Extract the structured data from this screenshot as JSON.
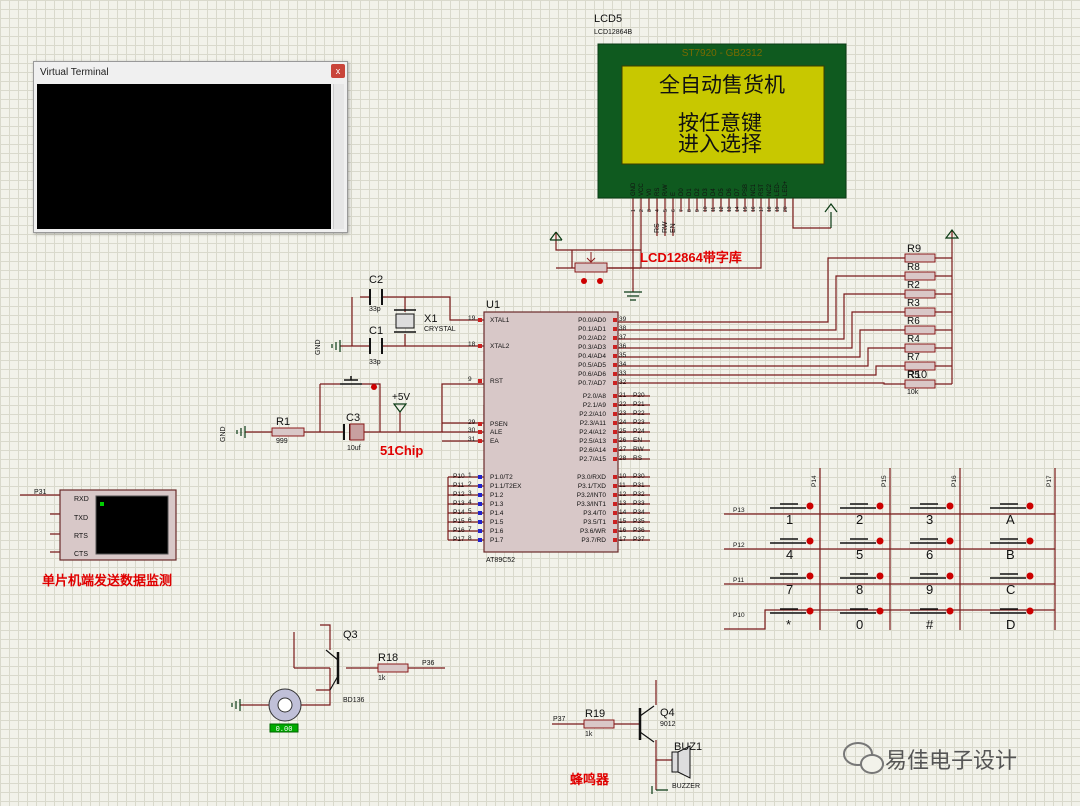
{
  "virtual_terminal": {
    "title": "Virtual Terminal",
    "close": "x"
  },
  "lcd": {
    "ref": "LCD5",
    "part": "LCD12864B",
    "controller": "ST7920 - GB2312",
    "line1": "全自动售货机",
    "line2": "按任意键",
    "line3": "进入选择",
    "pins": [
      "GND",
      "VCC",
      "V0",
      "RS",
      "R/W",
      "E",
      "D0",
      "D1",
      "D2",
      "D3",
      "D4",
      "D5",
      "D6",
      "D7",
      "PSB",
      "NC1",
      "RST",
      "NC2",
      "LED-",
      "LED+"
    ],
    "pin_numbers": [
      "1",
      "2",
      "3",
      "4",
      "5",
      "6",
      "7",
      "8",
      "9",
      "10",
      "11",
      "12",
      "13",
      "14",
      "15",
      "16",
      "17",
      "18",
      "19",
      "20"
    ],
    "net_labels": [
      "RS",
      "RW",
      "EN"
    ],
    "caption": "LCD12864带字库"
  },
  "mcu": {
    "ref": "U1",
    "part": "AT89C52",
    "caption": "51Chip",
    "left_pins": [
      {
        "num": "19",
        "name": "XTAL1"
      },
      {
        "num": "18",
        "name": "XTAL2"
      },
      {
        "num": "9",
        "name": "RST"
      },
      {
        "num": "29",
        "name": "PSEN"
      },
      {
        "num": "30",
        "name": "ALE"
      },
      {
        "num": "31",
        "name": "EA"
      },
      {
        "num": "1",
        "name": "P1.0/T2"
      },
      {
        "num": "2",
        "name": "P1.1/T2EX"
      },
      {
        "num": "3",
        "name": "P1.2"
      },
      {
        "num": "4",
        "name": "P1.3"
      },
      {
        "num": "5",
        "name": "P1.4"
      },
      {
        "num": "6",
        "name": "P1.5"
      },
      {
        "num": "7",
        "name": "P1.6"
      },
      {
        "num": "8",
        "name": "P1.7"
      }
    ],
    "p1_nets": [
      "P10",
      "P11",
      "P12",
      "P13",
      "P14",
      "P15",
      "P16",
      "P17"
    ],
    "p0_pins": [
      {
        "num": "39",
        "name": "P0.0/AD0"
      },
      {
        "num": "38",
        "name": "P0.1/AD1"
      },
      {
        "num": "37",
        "name": "P0.2/AD2"
      },
      {
        "num": "36",
        "name": "P0.3/AD3"
      },
      {
        "num": "35",
        "name": "P0.4/AD4"
      },
      {
        "num": "34",
        "name": "P0.5/AD5"
      },
      {
        "num": "33",
        "name": "P0.6/AD6"
      },
      {
        "num": "32",
        "name": "P0.7/AD7"
      }
    ],
    "p2_pins": [
      {
        "num": "21",
        "name": "P2.0/A8",
        "net": "P20"
      },
      {
        "num": "22",
        "name": "P2.1/A9",
        "net": "P21"
      },
      {
        "num": "23",
        "name": "P2.2/A10",
        "net": "P22"
      },
      {
        "num": "24",
        "name": "P2.3/A11",
        "net": "P23"
      },
      {
        "num": "25",
        "name": "P2.4/A12",
        "net": "P24"
      },
      {
        "num": "26",
        "name": "P2.5/A13",
        "net": "EN"
      },
      {
        "num": "27",
        "name": "P2.6/A14",
        "net": "RW"
      },
      {
        "num": "28",
        "name": "P2.7/A15",
        "net": "RS"
      }
    ],
    "p3_pins": [
      {
        "num": "10",
        "name": "P3.0/RXD",
        "net": "P30"
      },
      {
        "num": "11",
        "name": "P3.1/TXD",
        "net": "P31"
      },
      {
        "num": "12",
        "name": "P3.2/INT0",
        "net": "P32"
      },
      {
        "num": "13",
        "name": "P3.3/INT1",
        "net": "P33"
      },
      {
        "num": "14",
        "name": "P3.4/T0",
        "net": "P34"
      },
      {
        "num": "15",
        "name": "P3.5/T1",
        "net": "P35"
      },
      {
        "num": "16",
        "name": "P3.6/WR",
        "net": "P36"
      },
      {
        "num": "17",
        "name": "P3.7/RD",
        "net": "P37"
      }
    ]
  },
  "parts": {
    "c2": {
      "ref": "C2",
      "val": "33p"
    },
    "c1": {
      "ref": "C1",
      "val": "33p"
    },
    "x1": {
      "ref": "X1",
      "val": "CRYSTAL"
    },
    "c3": {
      "ref": "C3",
      "val": "10uf"
    },
    "r1": {
      "ref": "R1",
      "val": "999"
    },
    "vcc": "+5V",
    "gnd": "GND",
    "rpack_top": "R9",
    "rpack_bottom": "R10",
    "rpack_val": "10k",
    "rpack_mid": [
      "R8",
      "R2",
      "R3",
      "R6",
      "R4",
      "R7",
      "R5"
    ]
  },
  "terminal": {
    "net": "P31",
    "pins": [
      "RXD",
      "TXD",
      "RTS",
      "CTS"
    ],
    "caption": "单片机端发送数据监测"
  },
  "keypad": {
    "rows": [
      {
        "net": "P13",
        "keys": [
          "1",
          "2",
          "3",
          "A"
        ]
      },
      {
        "net": "P12",
        "keys": [
          "4",
          "5",
          "6",
          "B"
        ]
      },
      {
        "net": "P11",
        "keys": [
          "7",
          "8",
          "9",
          "C"
        ]
      },
      {
        "net": "P10",
        "keys": [
          "*",
          "0",
          "#",
          "D"
        ]
      }
    ],
    "col_nets": [
      "P14",
      "P15",
      "P16",
      "P17"
    ]
  },
  "motor": {
    "q_ref": "Q3",
    "q_part": "BD136",
    "r_ref": "R18",
    "r_val": "1k",
    "net": "P36",
    "readout": "0.00"
  },
  "buzzer": {
    "q_ref": "Q4",
    "q_part": "9012",
    "r_ref": "R19",
    "r_val": "1k",
    "net": "P37",
    "ref": "BUZ1",
    "part": "BUZZER",
    "caption": "蜂鸣器"
  },
  "watermark": "易佳电子设计",
  "colors": {
    "wire": "#7a1a1a",
    "part": "#8b1a1a",
    "caption": "#e00000",
    "lcd_bg": "#c8c800",
    "lcd_frame": "#0f5a1f"
  }
}
